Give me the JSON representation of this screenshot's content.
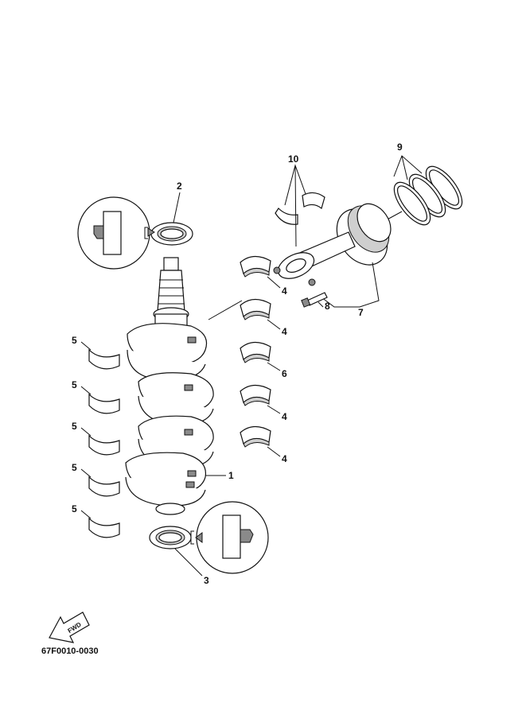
{
  "diagram": {
    "part_labels": {
      "crankshaft": "1",
      "oil_seal_top": "2",
      "oil_seal_bottom": "3",
      "con_rod_bearing_1": "4",
      "con_rod_bearing_2": "4",
      "thrust_bearing": "6",
      "con_rod_bearing_3": "4",
      "con_rod_bearing_4": "4",
      "main_bearing_1": "5",
      "main_bearing_2": "5",
      "main_bearing_3": "5",
      "main_bearing_4": "5",
      "main_bearing_5": "5",
      "piston_assy": "7",
      "con_rod_bolt": "8",
      "piston_ring_set": "9",
      "con_rod_bearing_set": "10"
    },
    "fwd_arrow_text": "FWD",
    "drawing_code": "67F0010-0030"
  }
}
